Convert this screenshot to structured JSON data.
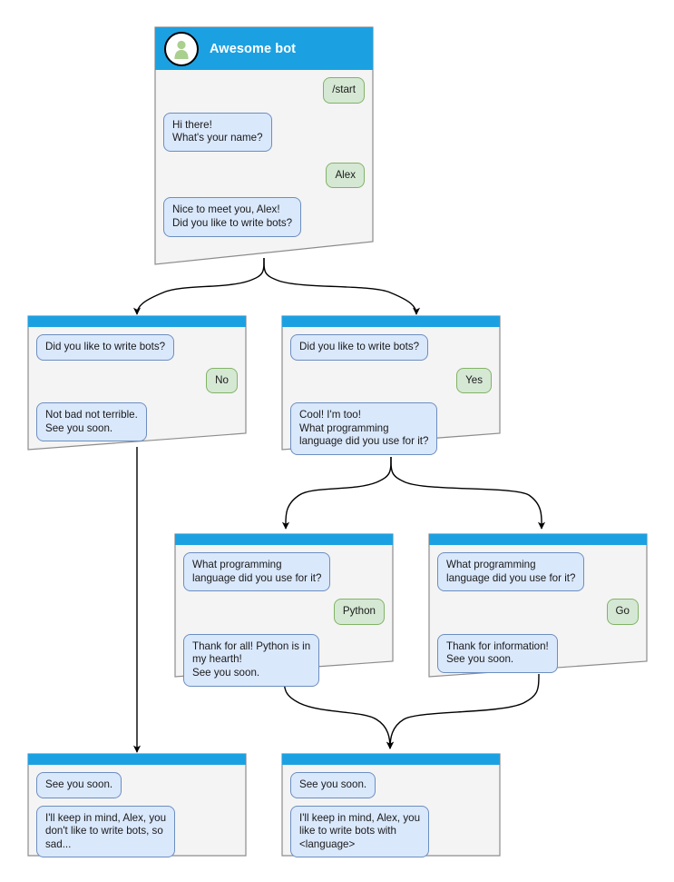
{
  "diagram": {
    "title": "Awesome bot chat flow",
    "colors": {
      "header_blue": "#1ba1e2",
      "window_bg": "#f4f4f4",
      "window_border": "#8c8c8c",
      "bot_bubble_fill": "#dae8fc",
      "bot_bubble_stroke": "#6c8ebf",
      "user_bubble_fill": "#d5e8d4",
      "user_bubble_stroke": "#82b366",
      "edge_stroke": "#000000",
      "avatar_person": "#a9d08e"
    },
    "avatar_icon": "person-avatar-icon"
  },
  "nodes": {
    "root": {
      "id": "root",
      "bot_name": "Awesome bot",
      "messages": [
        {
          "from": "user",
          "text": "/start"
        },
        {
          "from": "bot",
          "text": "Hi there!\nWhat's your name?"
        },
        {
          "from": "user",
          "text": "Alex"
        },
        {
          "from": "bot",
          "text": "Nice to meet you, Alex!\nDid you like to write bots?"
        }
      ]
    },
    "no_branch": {
      "id": "no-branch",
      "messages": [
        {
          "from": "bot",
          "text": "Did you like to write bots?"
        },
        {
          "from": "user",
          "text": "No"
        },
        {
          "from": "bot",
          "text": "Not bad not terrible.\nSee you soon."
        }
      ]
    },
    "yes_branch": {
      "id": "yes-branch",
      "messages": [
        {
          "from": "bot",
          "text": "Did you like to write bots?"
        },
        {
          "from": "user",
          "text": "Yes"
        },
        {
          "from": "bot",
          "text": "Cool! I'm too!\nWhat programming\nlanguage did you use for it?"
        }
      ]
    },
    "python_branch": {
      "id": "python-branch",
      "messages": [
        {
          "from": "bot",
          "text": "What programming\nlanguage did you use for it?"
        },
        {
          "from": "user",
          "text": "Python"
        },
        {
          "from": "bot",
          "text": "Thank for all! Python is in\nmy hearth!\nSee you soon."
        }
      ]
    },
    "go_branch": {
      "id": "go-branch",
      "messages": [
        {
          "from": "bot",
          "text": "What programming\nlanguage did you use for it?"
        },
        {
          "from": "user",
          "text": "Go"
        },
        {
          "from": "bot",
          "text": "Thank for information!\nSee you soon."
        }
      ]
    },
    "end_no": {
      "id": "end-no",
      "messages": [
        {
          "from": "bot",
          "text": "See you soon."
        },
        {
          "from": "bot",
          "text": "I'll keep in mind, Alex, you\ndon't like to write bots, so\nsad..."
        }
      ]
    },
    "end_yes": {
      "id": "end-yes",
      "messages": [
        {
          "from": "bot",
          "text": "See you soon."
        },
        {
          "from": "bot",
          "text": "I'll keep in mind, Alex, you\nlike to write bots with\n<language>"
        }
      ]
    }
  }
}
